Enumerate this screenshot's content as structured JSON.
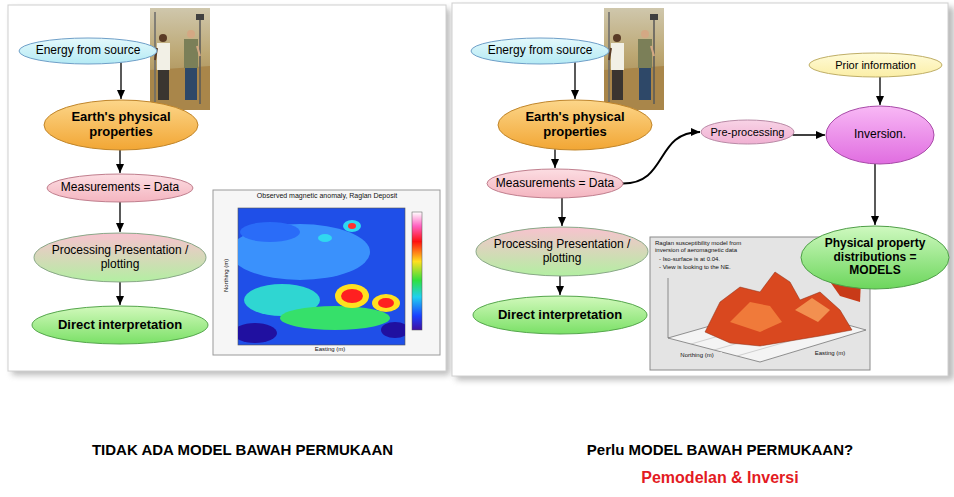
{
  "diagram": {
    "nodes": [
      {
        "text": [
          "Energy from source"
        ]
      },
      {
        "text": [
          "Earth's physical properties"
        ]
      },
      {
        "text": [
          "Measurements = Data"
        ]
      },
      {
        "text": [
          "Processing Presentation / plotting"
        ]
      },
      {
        "text": [
          "Direct interpretation"
        ]
      },
      {
        "text": [
          "Energy from source"
        ]
      },
      {
        "text": [
          "Earth's physical properties"
        ]
      },
      {
        "text": [
          "Pre-processing"
        ]
      },
      {
        "text": [
          "Prior information"
        ]
      },
      {
        "text": [
          "Inversion."
        ]
      },
      {
        "text": [
          "Measurements = Data"
        ]
      },
      {
        "text": [
          "Physical property distributions = MODELS"
        ]
      },
      {
        "text": [
          "Processing Presentation / plotting"
        ]
      },
      {
        "text": [
          "Direct interpretation"
        ]
      }
    ],
    "edges": [
      {
        "from": 0,
        "to": 1,
        "arrow": "to"
      },
      {
        "from": 1,
        "to": 2,
        "arrow": "to"
      },
      {
        "from": 2,
        "to": 3,
        "arrow": "to"
      },
      {
        "from": 3,
        "to": 4,
        "arrow": "to"
      },
      {
        "from": 5,
        "to": 6,
        "arrow": "to"
      },
      {
        "from": 6,
        "to": 10,
        "arrow": "to"
      },
      {
        "from": 10,
        "to": 7,
        "arrow": "to"
      },
      {
        "from": 7,
        "to": 9,
        "arrow": "to"
      },
      {
        "from": 8,
        "to": 9,
        "arrow": "to"
      },
      {
        "from": 9,
        "to": 11,
        "arrow": "to"
      },
      {
        "from": 10,
        "to": 12,
        "arrow": "to"
      },
      {
        "from": 12,
        "to": 13,
        "arrow": "to"
      }
    ],
    "labels": [
      "Observed magnetic anomaly, Raglan Deposit",
      "Easting (m)",
      "Northing (m)",
      "Raglan susceptibility model from inversion of aeromagnetic data",
      "- Iso-surface is at 0.04.",
      "- View is looking to the NE.",
      "Easting (m)",
      "Northing (m)",
      "TIDAK ADA MODEL BAWAH PERMUKAAN",
      "Perlu MODEL BAWAH PERMUKAAN?",
      "Pemodelan & Inversi"
    ]
  }
}
